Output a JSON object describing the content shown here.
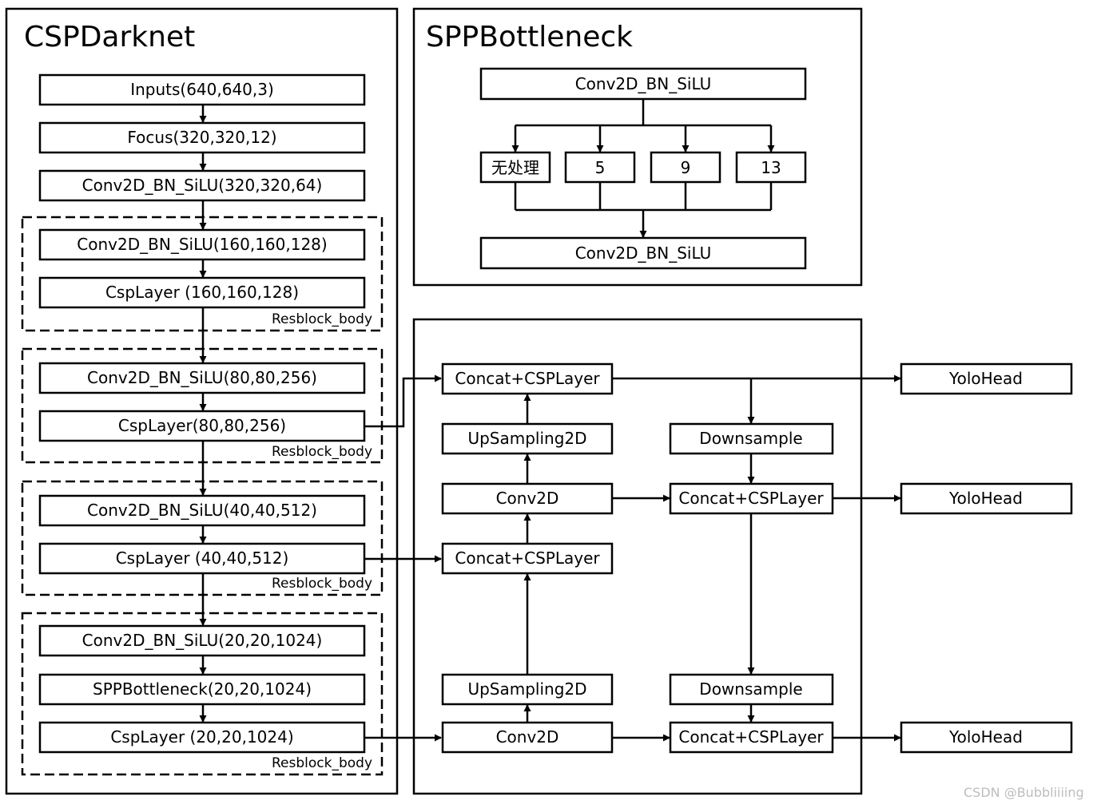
{
  "left_panel": {
    "title": "CSPDarknet",
    "inputs": "Inputs(640,640,3)",
    "focus": "Focus(320,320,12)",
    "stem": "Conv2D_BN_SiLU(320,320,64)",
    "blocks": [
      {
        "conv": "Conv2D_BN_SiLU(160,160,128)",
        "csp": "CspLayer (160,160,128)",
        "label": "Resblock_body"
      },
      {
        "conv": "Conv2D_BN_SiLU(80,80,256)",
        "csp": "CspLayer(80,80,256)",
        "label": "Resblock_body"
      },
      {
        "conv": "Conv2D_BN_SiLU(40,40,512)",
        "csp": "CspLayer (40,40,512)",
        "label": "Resblock_body"
      },
      {
        "conv": "Conv2D_BN_SiLU(20,20,1024)",
        "spp": "SPPBottleneck(20,20,1024)",
        "csp": "CspLayer (20,20,1024)",
        "label": "Resblock_body"
      }
    ]
  },
  "spp_panel": {
    "title": "SPPBottleneck",
    "top_conv": "Conv2D_BN_SiLU",
    "branches": [
      "无处理",
      "5",
      "9",
      "13"
    ],
    "bottom_conv": "Conv2D_BN_SiLU"
  },
  "neck_panel": {
    "concat_top": "Concat+CSPLayer",
    "upsample_1": "UpSampling2D",
    "conv_mid": "Conv2D",
    "concat_mid": "Concat+CSPLayer",
    "upsample_2": "UpSampling2D",
    "conv_bottom": "Conv2D",
    "downsample_1": "Downsample",
    "concat_right_mid": "Concat+CSPLayer",
    "downsample_2": "Downsample",
    "concat_right_bottom": "Concat+CSPLayer",
    "yolo_heads": [
      "YoloHead",
      "YoloHead",
      "YoloHead"
    ]
  },
  "watermark": "CSDN @Bubbliiiing"
}
